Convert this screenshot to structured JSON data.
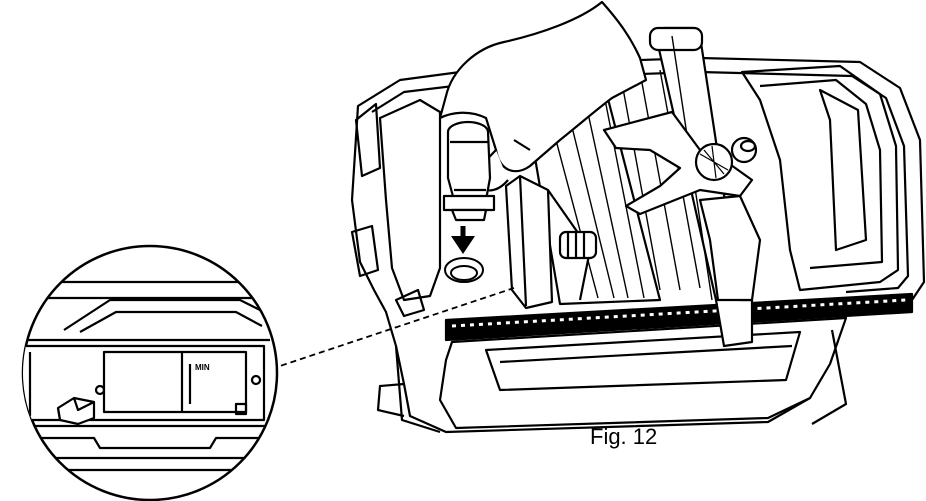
{
  "figure": {
    "caption": "Fig. 12",
    "detail_label": "MIN"
  },
  "colors": {
    "line": "#000000",
    "background": "#ffffff",
    "fill_gray": "#d9d9d9"
  },
  "icons": [
    "hand",
    "pump",
    "down-arrow",
    "clamp",
    "ruler",
    "magnifier-circle"
  ]
}
